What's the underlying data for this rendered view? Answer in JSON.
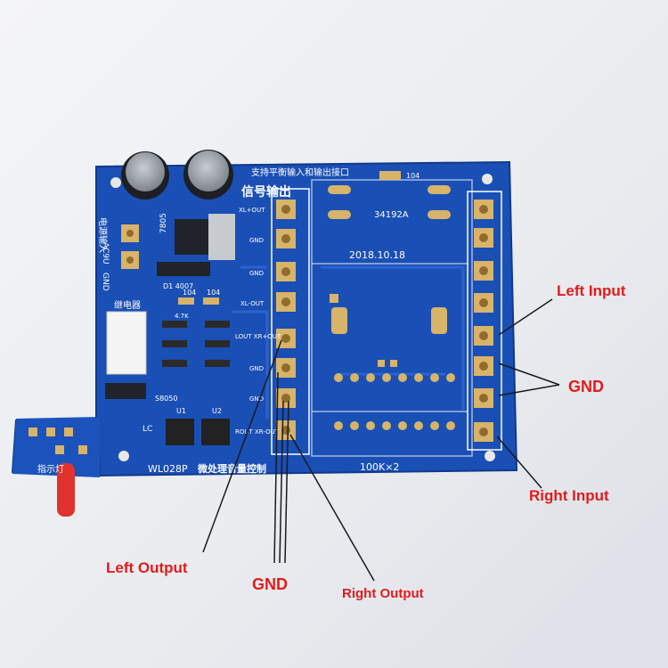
{
  "board": {
    "title_top": "支持平衡输入和输出接口",
    "section_label": "信号输出",
    "chip_code": "34192A",
    "date": "2018.10.18",
    "pot_label": "100K×2",
    "model": "WL028P",
    "model_desc": "微处理音量控制",
    "power_in_label": "电源输入",
    "power_ac": "AC9U",
    "power_gnd": "GND",
    "relay_label": "继电器",
    "indicator_label": "指示灯",
    "regulator": "7805",
    "diode": "D1  4007",
    "cap_code_1": "104",
    "cap_code_2": "104",
    "cap_code_top": "104",
    "resistor": "4.7K",
    "transistor": "S8050",
    "ic1": "U1",
    "ic2": "U2",
    "lcr_label": "LC",
    "pins_left_col": [
      "XL+OUT",
      "GND",
      "GND",
      "XL-OUT",
      "LOUT XR+OUT",
      "GND",
      "GND",
      "ROUT XR-OUT"
    ]
  },
  "callouts": {
    "left_input": "Left Input",
    "gnd_right": "GND",
    "right_input": "Right Input",
    "left_output": "Left Output",
    "gnd_bottom": "GND",
    "right_output": "Right Output"
  },
  "colors": {
    "pcb": "#1a4fb5",
    "pcb_dark": "#153f92",
    "pad": "#d8b36a",
    "callout_text": "#e31b1b",
    "wall": "#eef0f3"
  }
}
